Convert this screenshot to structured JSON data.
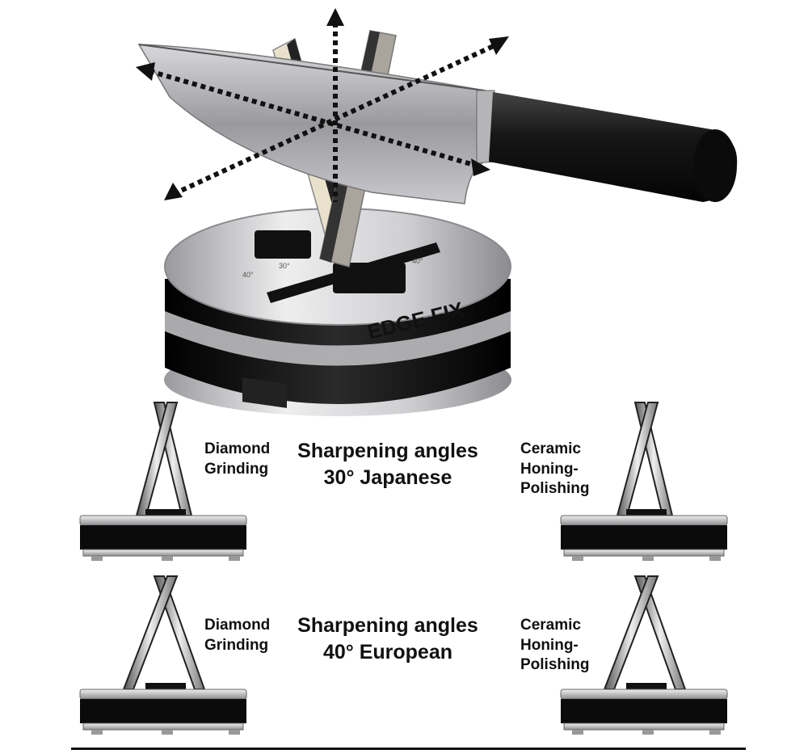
{
  "product": {
    "brand": "EDGE FIX",
    "base_marks": [
      "40°",
      "30°",
      "40°"
    ]
  },
  "rows": [
    {
      "left_label_1": "Diamond",
      "left_label_2": "Grinding",
      "heading_1": "Sharpening angles",
      "heading_2": "30° Japanese",
      "right_label_1": "Ceramic",
      "right_label_2": "Honing-",
      "right_label_3": "Polishing"
    },
    {
      "left_label_1": "Diamond",
      "left_label_2": "Grinding",
      "heading_1": "Sharpening angles",
      "heading_2": "40° European",
      "right_label_1": "Ceramic",
      "right_label_2": "Honing-",
      "right_label_3": "Polishing"
    }
  ],
  "colors": {
    "blade": "#a9a9ad",
    "handle": "#151515",
    "base_silver": "#c7c7ca",
    "base_black": "#111111",
    "ceramic_rod": "#e7dfc9",
    "diamond_rod": "#a8a49c"
  }
}
